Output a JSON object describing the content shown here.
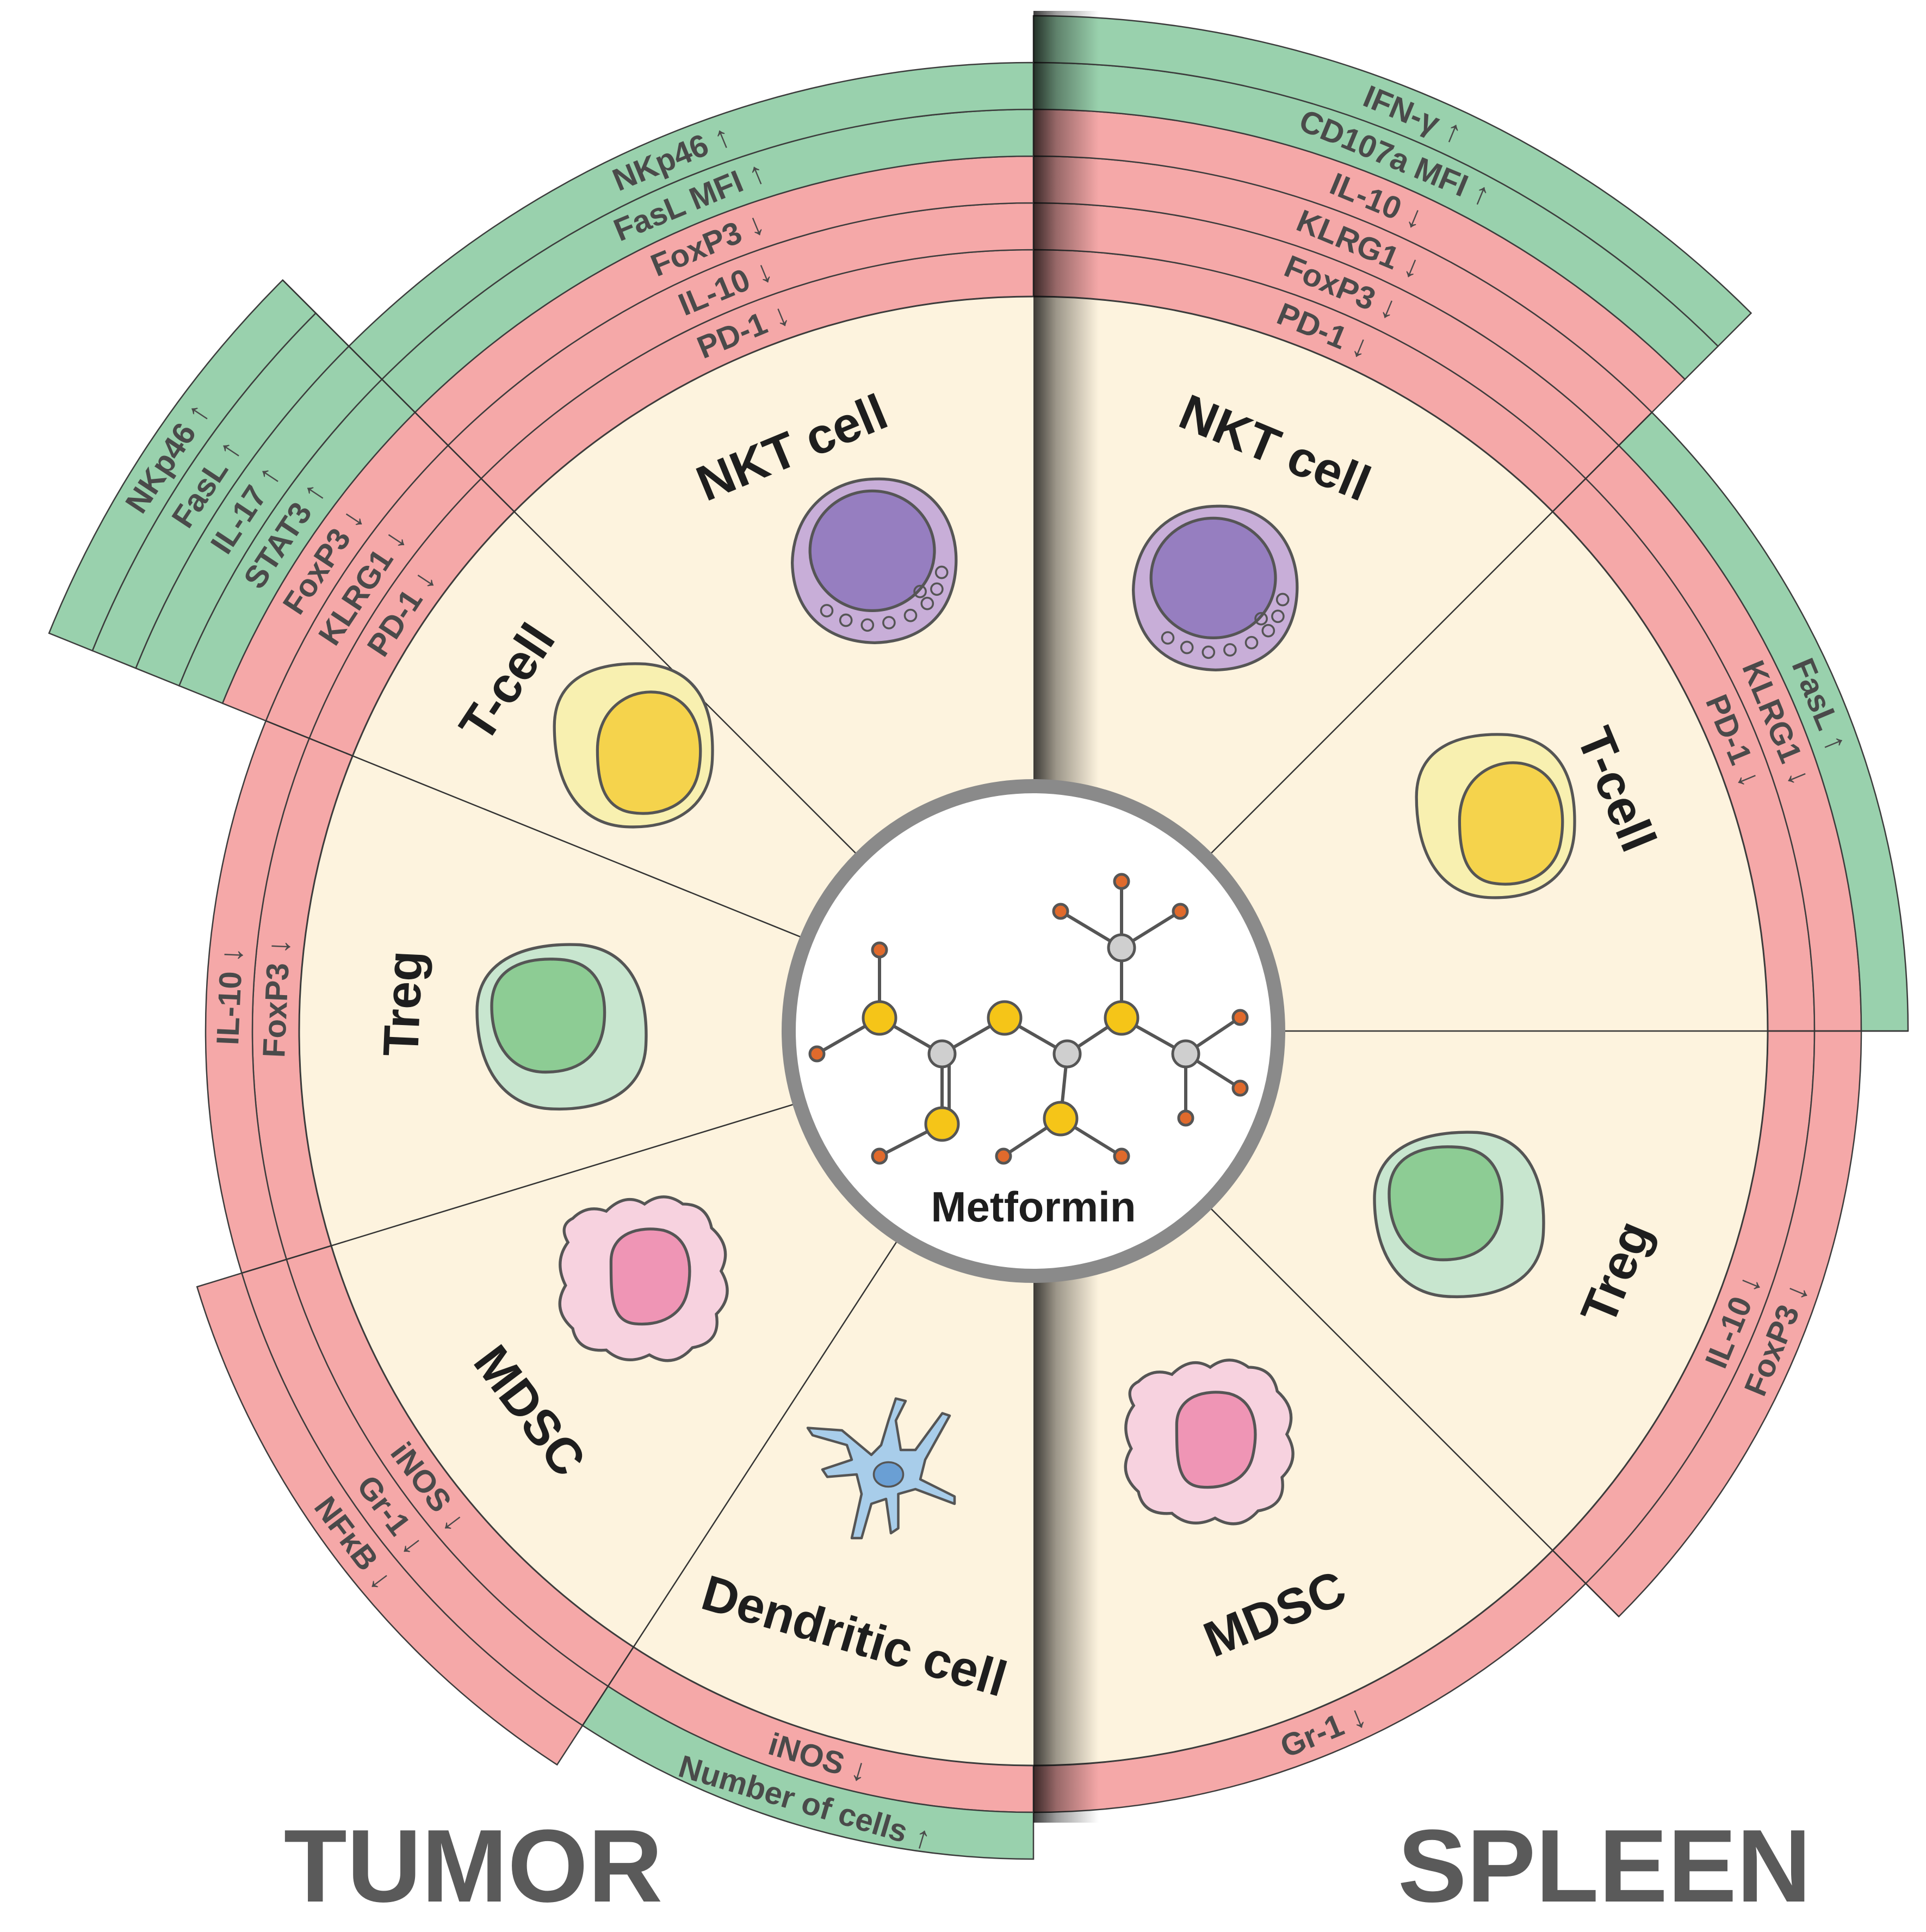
{
  "regions": [
    {
      "title": "TUMOR"
    },
    {
      "title": "SPLEEN"
    }
  ],
  "center": {
    "label": "Metformin"
  },
  "colors": {
    "sector_fill": "#fdf3de",
    "increase_band": "#99d1ad",
    "decrease_band": "#f5a8a8",
    "divider": "#333333",
    "center_ring": "#8a8a8a"
  },
  "tumor_sectors": [
    {
      "cell": "NKT cell",
      "icon": "nkt-cell-icon",
      "markers": [
        {
          "label": "PD-1",
          "direction": "down"
        },
        {
          "label": "IL-10",
          "direction": "down"
        },
        {
          "label": "FoxP3",
          "direction": "down"
        },
        {
          "label": "FasL MFI",
          "direction": "up"
        },
        {
          "label": "NKp46",
          "direction": "up"
        }
      ]
    },
    {
      "cell": "T-cell",
      "icon": "t-cell-icon",
      "markers": [
        {
          "label": "PD-1",
          "direction": "down"
        },
        {
          "label": "KLRG1",
          "direction": "down"
        },
        {
          "label": "FoxP3",
          "direction": "down"
        },
        {
          "label": "STAT3",
          "direction": "up"
        },
        {
          "label": "IL-17",
          "direction": "up"
        },
        {
          "label": "FasL",
          "direction": "up"
        },
        {
          "label": "NKp46",
          "direction": "up"
        }
      ]
    },
    {
      "cell": "Treg",
      "icon": "treg-cell-icon",
      "markers": [
        {
          "label": "FoxP3",
          "direction": "down"
        },
        {
          "label": "IL-10",
          "direction": "down"
        }
      ]
    },
    {
      "cell": "MDSC",
      "icon": "mdsc-cell-icon",
      "markers": [
        {
          "label": "iNOS",
          "direction": "down"
        },
        {
          "label": "Gr-1",
          "direction": "down"
        },
        {
          "label": "NFκB",
          "direction": "down"
        }
      ]
    },
    {
      "cell": "Dendritic cell",
      "icon": "dendritic-cell-icon",
      "markers": [
        {
          "label": "iNOS",
          "direction": "down"
        },
        {
          "label": "Number of cells",
          "direction": "up"
        }
      ]
    }
  ],
  "spleen_sectors": [
    {
      "cell": "NKT cell",
      "icon": "nkt-cell-icon",
      "markers": [
        {
          "label": "PD-1",
          "direction": "down"
        },
        {
          "label": "FoxP3",
          "direction": "down"
        },
        {
          "label": "KLRG1",
          "direction": "down"
        },
        {
          "label": "IL-10",
          "direction": "down"
        },
        {
          "label": "CD107a MFI",
          "direction": "up"
        },
        {
          "label": "IFN-γ",
          "direction": "up"
        }
      ]
    },
    {
      "cell": "T-cell",
      "icon": "t-cell-icon",
      "markers": [
        {
          "label": "PD-1",
          "direction": "down"
        },
        {
          "label": "KLRG1",
          "direction": "down"
        },
        {
          "label": "FasL",
          "direction": "up"
        }
      ]
    },
    {
      "cell": "Treg",
      "icon": "treg-cell-icon",
      "markers": [
        {
          "label": "IL-10",
          "direction": "down"
        },
        {
          "label": "FoxP3",
          "direction": "down"
        }
      ]
    },
    {
      "cell": "MDSC",
      "icon": "mdsc-cell-icon",
      "markers": [
        {
          "label": "Gr-1",
          "direction": "down"
        }
      ]
    }
  ]
}
